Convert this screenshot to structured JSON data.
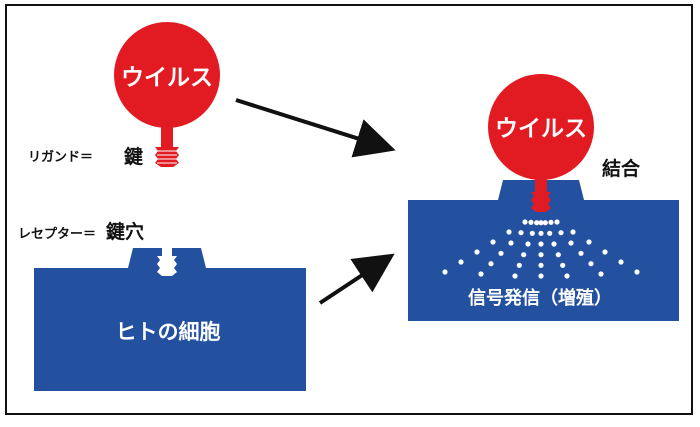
{
  "left": {
    "virus_label": "ウイルス",
    "ligand_label": "リガンド＝",
    "ligand_key": "鍵",
    "receptor_label": "レセプター＝",
    "receptor_key": "鍵穴",
    "cell_label": "ヒトの細胞"
  },
  "right": {
    "virus_label": "ウイルス",
    "binding_label": "結合",
    "signal_label": "信号発信（増殖）"
  },
  "colors": {
    "virus_red": "#e21b23",
    "cell_blue": "#2450a0",
    "arrow": "#111111",
    "frame": "#111111"
  }
}
